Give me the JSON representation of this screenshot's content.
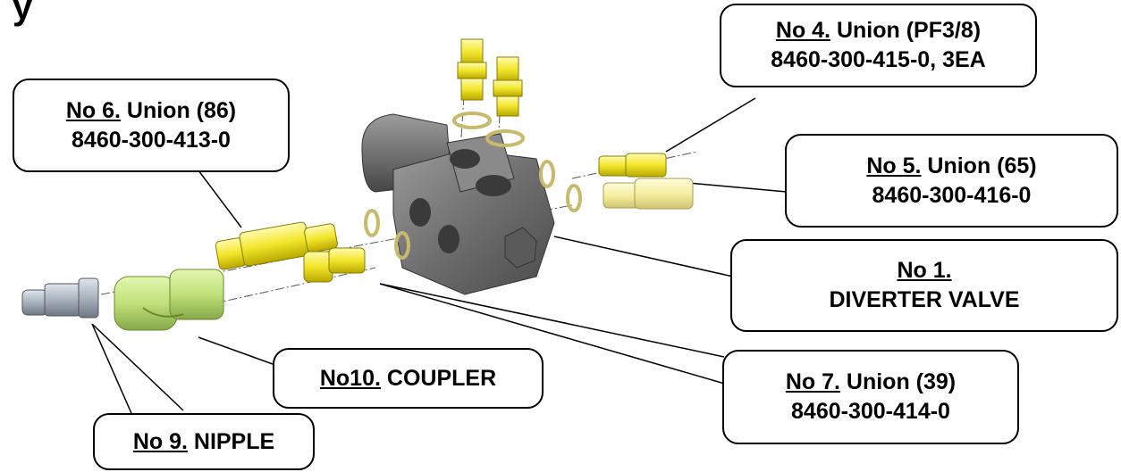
{
  "title_fragment": "y",
  "callouts": {
    "no4": {
      "number": "No 4.",
      "name": " Union (PF3/8)",
      "part": "8460-300-415-0, 3EA"
    },
    "no6": {
      "number": "No 6.",
      "name": " Union (86)",
      "part": "8460-300-413-0"
    },
    "no5": {
      "number": "No 5.",
      "name": " Union (65)",
      "part": "8460-300-416-0"
    },
    "no1": {
      "number": "No 1.",
      "name": "",
      "part": "DIVERTER VALVE"
    },
    "no7": {
      "number": "No 7.",
      "name": " Union (39)",
      "part": "8460-300-414-0"
    },
    "no10": {
      "number": "No10.",
      "name": " COUPLER",
      "part": ""
    },
    "no9": {
      "number": "No 9.",
      "name": " NIPPLE",
      "part": ""
    }
  },
  "colors": {
    "valve_body": "#6e6e6e",
    "union_yellow": "#f2e62a",
    "union_light": "#f6eea0",
    "coupler_green": "#bfe07a",
    "nipple_gray": "#a9b2bc",
    "seal_ring": "#c9b96a"
  },
  "icons": [
    "diverter-valve-part",
    "union-fitting-part",
    "seal-ring-part",
    "coupler-part",
    "nipple-part"
  ]
}
